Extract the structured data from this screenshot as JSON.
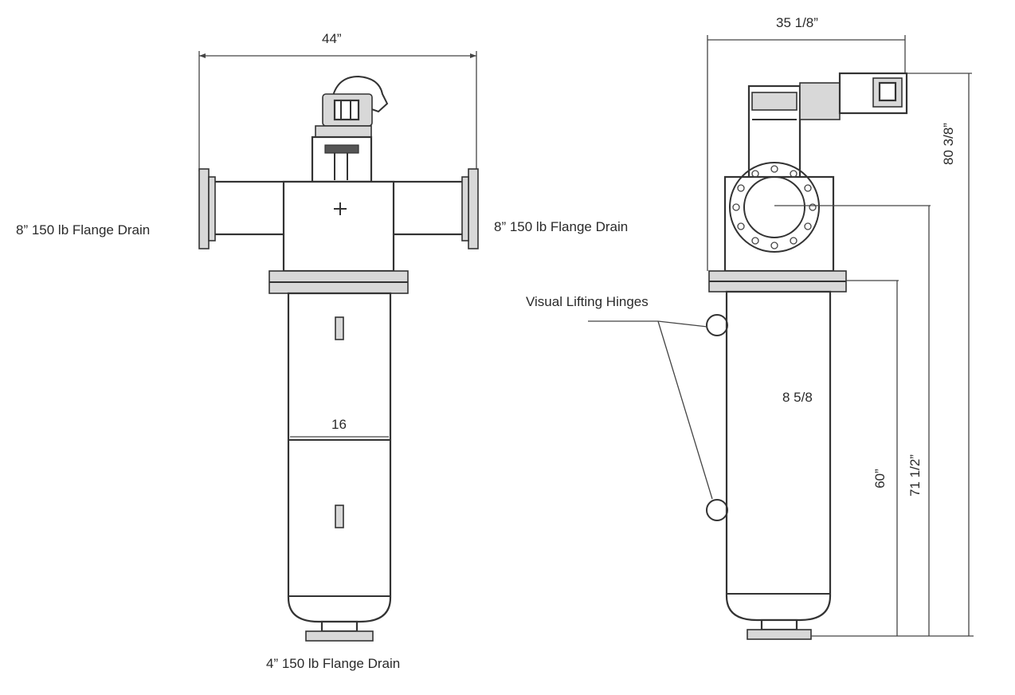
{
  "diagram": {
    "front_view": {
      "width_dim": "44”",
      "left_inlet_label": "8” 150 lb Flange Drain",
      "right_inlet_label": "8” 150 lb Flange Drain",
      "diameter_dim": "16",
      "bottom_drain_label": "4” 150 lb Flange Drain"
    },
    "side_view": {
      "depth_dim": "35 1/8”",
      "total_height_dim": "80 3/8”",
      "inlet_height_dim": "71 1/2”",
      "flange_height_dim": "60”",
      "vessel_dim": "8 5/8",
      "hinges_label": "Visual Lifting Hinges"
    },
    "colors": {
      "line": "#333333",
      "text": "#2a2a2a",
      "background": "#ffffff"
    }
  }
}
